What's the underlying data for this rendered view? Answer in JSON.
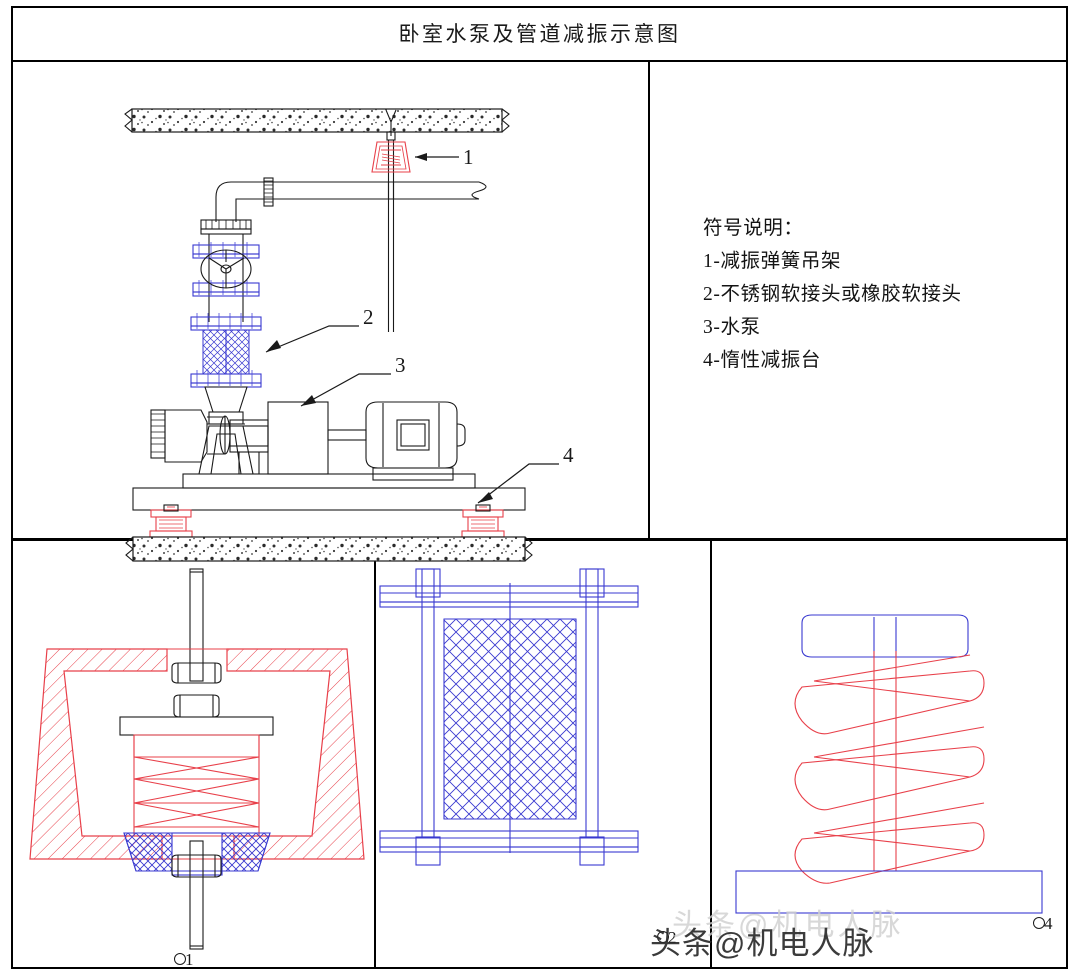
{
  "sheet": {
    "title": "卧室水泵及管道减振示意图"
  },
  "legend": {
    "heading": "符号说明：",
    "items": [
      "1-减振弹簧吊架",
      "2-不锈钢软接头或橡胶软接头",
      "3-水泵",
      "4-惰性减振台"
    ]
  },
  "main_view": {
    "callouts": [
      {
        "id": "1",
        "label": "1",
        "target": "减振弹簧吊架"
      },
      {
        "id": "2",
        "label": "2",
        "target": "不锈钢软接头或橡胶软接头"
      },
      {
        "id": "3",
        "label": "3",
        "target": "水泵"
      },
      {
        "id": "4",
        "label": "4",
        "target": "惰性减振台"
      }
    ]
  },
  "detail_panels": [
    {
      "index": "1",
      "marker": "1",
      "name": "spring-hanger-detail"
    },
    {
      "index": "2",
      "marker": "2",
      "name": "flexible-connector-detail"
    },
    {
      "index": "4",
      "marker": "4",
      "name": "spring-isolator-detail"
    }
  ],
  "watermark": {
    "text": "头条@机电人脉"
  },
  "colors": {
    "line": "#1a1a1a",
    "red": "#e8404a",
    "blue": "#3a3ad0",
    "background": "#ffffff"
  }
}
